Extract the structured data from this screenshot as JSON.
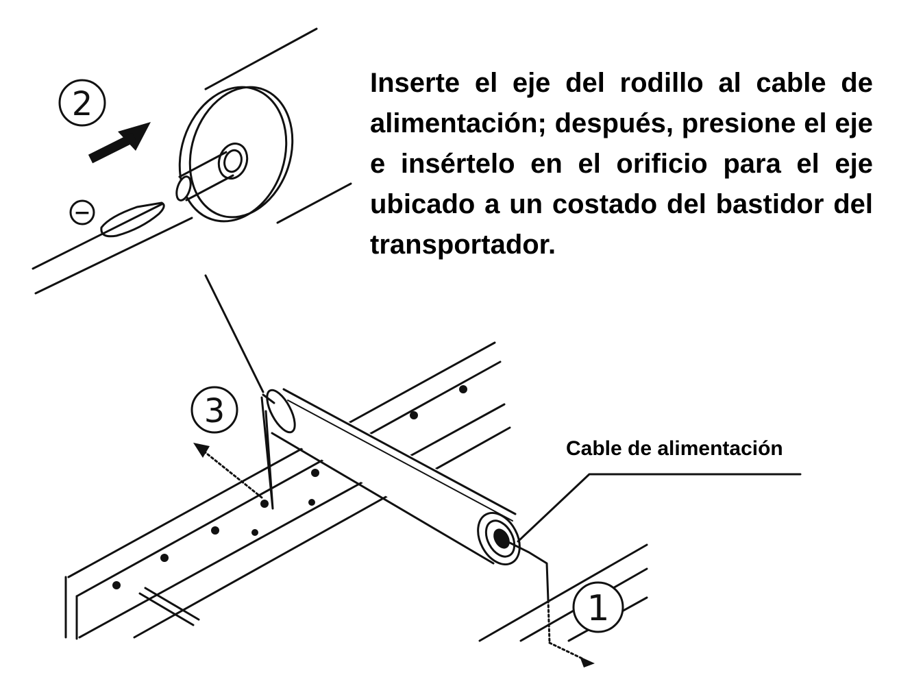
{
  "instruction": {
    "text": "Inserte el eje del rodillo al cable de alimentación; después, presione el eje e insértelo en el orificio para el eje ubicado a un costado del bastidor del transportador."
  },
  "callouts": {
    "cable_label": "Cable de alimentación",
    "step_1": "1",
    "step_2": "2",
    "step_3": "3",
    "minus_symbol": "−"
  },
  "icons": [
    "arrow-icon",
    "minus-circle-icon",
    "step-number-icon"
  ],
  "colors": {
    "line": "#000000",
    "background": "#ffffff"
  }
}
